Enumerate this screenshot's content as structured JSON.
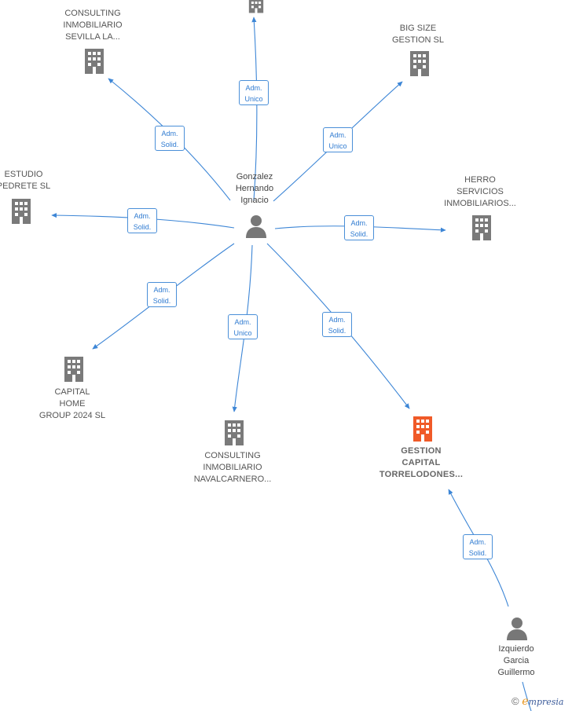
{
  "center_person": {
    "label": "Gonzalez\nHernando\nIgnacio"
  },
  "second_person": {
    "label": "Izquierdo\nGarcia\nGuillermo"
  },
  "companies": [
    {
      "id": "top",
      "label": ""
    },
    {
      "id": "consulting-sevilla",
      "label": "CONSULTING\nINMOBILIARIO\nSEVILLA LA..."
    },
    {
      "id": "big-size",
      "label": "BIG SIZE\nGESTION  SL"
    },
    {
      "id": "estudio",
      "label": "ESTUDIO\nPEDRETE  SL"
    },
    {
      "id": "herro",
      "label": "HERRO\nSERVICIOS\nINMOBILIARIOS..."
    },
    {
      "id": "capital-home",
      "label": "CAPITAL\nHOME\nGROUP 2024  SL"
    },
    {
      "id": "consulting-naval",
      "label": "CONSULTING\nINMOBILIARIO\nNAVALCARNERO..."
    },
    {
      "id": "gestion-capital",
      "label": "GESTION\nCAPITAL\nTORRELODONES..."
    }
  ],
  "edges": [
    {
      "id": "e-top",
      "badge": "Adm.\nUnico"
    },
    {
      "id": "e-sevilla",
      "badge": "Adm.\nSolid."
    },
    {
      "id": "e-bigsize",
      "badge": "Adm.\nUnico"
    },
    {
      "id": "e-estudio",
      "badge": "Adm.\nSolid."
    },
    {
      "id": "e-herro",
      "badge": "Adm.\nSolid."
    },
    {
      "id": "e-capital",
      "badge": "Adm.\nSolid."
    },
    {
      "id": "e-naval",
      "badge": "Adm.\nUnico"
    },
    {
      "id": "e-gestion",
      "badge": "Adm.\nSolid."
    },
    {
      "id": "e-izq",
      "badge": "Adm.\nSolid."
    }
  ],
  "footer": {
    "copyright": "©",
    "brand_e": "e",
    "brand_rest": "mpresia"
  },
  "colors": {
    "edge": "#3d86d6",
    "building": "#7a7a7a",
    "highlight_building": "#f05a28",
    "person": "#777777"
  }
}
